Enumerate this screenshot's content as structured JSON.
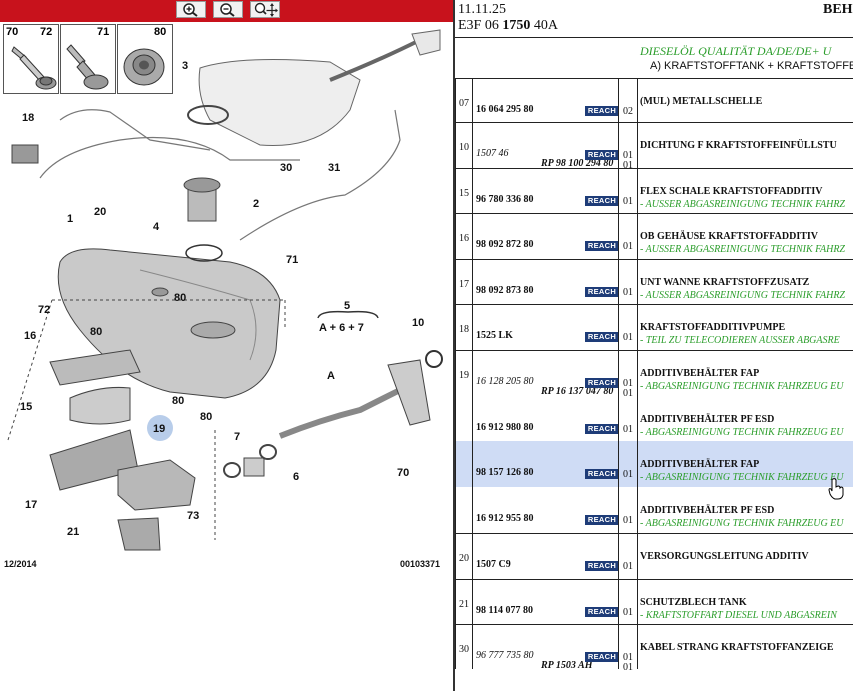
{
  "toolbar": {
    "buttons": [
      {
        "name": "zoom-in",
        "icon": "magnifier-plus-icon"
      },
      {
        "name": "zoom-out",
        "icon": "magnifier-minus-icon"
      },
      {
        "name": "zoom-pan",
        "icon": "magnifier-move-icon"
      }
    ],
    "bg_color": "#c8121c"
  },
  "thumbnails": [
    {
      "labels": [
        "70",
        "72"
      ]
    },
    {
      "labels": [
        "71"
      ]
    },
    {
      "labels": [
        "80"
      ]
    }
  ],
  "diagram": {
    "callouts": [
      "1",
      "2",
      "3",
      "4",
      "5",
      "A + 6 + 7",
      "6",
      "7",
      "10",
      "15",
      "16",
      "17",
      "18",
      "19",
      "20",
      "21",
      "30",
      "31",
      "70",
      "71",
      "72",
      "73",
      "80",
      "80",
      "80",
      "80",
      "A"
    ],
    "date": "12/2014",
    "ref": "00103371",
    "highlight_callout": "19"
  },
  "header": {
    "date": "11.11.25",
    "ref_prefix": "E3F 06",
    "ref_bold": "1750",
    "ref_suffix": "40A",
    "right_title": "BEH",
    "subtitle": "DIESELÖL QUALITÄT DA/DE/DE+ U",
    "subtitle2": "A) KRAFTSTOFFTANK + KRAFTSTOFFEIN"
  },
  "rows": [
    {
      "pos": "07",
      "entries": [
        {
          "num": "16 064 295 80",
          "italic": false,
          "rp": "",
          "reach": "REACH",
          "qty": "02",
          "desc": "(MUL) METALLSCHELLE",
          "note": ""
        }
      ]
    },
    {
      "pos": "10",
      "entries": [
        {
          "num": "1507 46",
          "italic": true,
          "rp": "RP 98 100 294 80",
          "reach": "REACH",
          "qty": "01",
          "qty2": "01",
          "desc": "DICHTUNG F KRAFTSTOFFEINFÜLLSTU",
          "note": ""
        }
      ]
    },
    {
      "pos": "15",
      "entries": [
        {
          "num": "96 780 336 80",
          "italic": false,
          "rp": "",
          "reach": "REACH",
          "qty": "01",
          "desc": "FLEX SCHALE KRAFTSTOFFADDITIV",
          "note": "- AUSSER ABGASREINIGUNG TECHNIK FAHRZ"
        }
      ]
    },
    {
      "pos": "16",
      "entries": [
        {
          "num": "98 092 872 80",
          "italic": false,
          "rp": "",
          "reach": "REACH",
          "qty": "01",
          "desc": "OB GEHÄUSE KRAFTSTOFFADDITIV",
          "note": "- AUSSER ABGASREINIGUNG TECHNIK FAHRZ"
        }
      ]
    },
    {
      "pos": "17",
      "entries": [
        {
          "num": "98 092 873 80",
          "italic": false,
          "rp": "",
          "reach": "REACH",
          "qty": "01",
          "desc": "UNT WANNE KRAFTSTOFFZUSATZ",
          "note": "- AUSSER ABGASREINIGUNG TECHNIK FAHRZ"
        }
      ]
    },
    {
      "pos": "18",
      "entries": [
        {
          "num": "1525 LK",
          "italic": false,
          "rp": "",
          "reach": "REACH",
          "qty": "01",
          "desc": "KRAFTSTOFFADDITIVPUMPE",
          "note": "- TEIL ZU TELECODIEREN AUSSER ABGASRE"
        }
      ]
    },
    {
      "pos": "19",
      "entries": [
        {
          "num": "16 128 205 80",
          "italic": true,
          "rp": "RP 16 137 047 80",
          "reach": "REACH",
          "qty": "01",
          "qty2": "01",
          "desc": "ADDITIVBEHÄLTER FAP",
          "note": "- ABGASREINIGUNG TECHNIK FAHRZEUG EU"
        },
        {
          "num": "16 912 980 80",
          "italic": false,
          "rp": "",
          "reach": "REACH",
          "qty": "01",
          "desc": "ADDITIVBEHÄLTER PF ESD",
          "note": "- ABGASREINIGUNG TECHNIK FAHRZEUG EU"
        },
        {
          "num": "98 157 126 80",
          "italic": false,
          "rp": "",
          "reach": "REACH",
          "qty": "01",
          "desc": "ADDITIVBEHÄLTER FAP",
          "note": "- ABGASREINIGUNG TECHNIK FAHRZEUG EU",
          "selected": true
        },
        {
          "num": "16 912 955 80",
          "italic": false,
          "rp": "",
          "reach": "REACH",
          "qty": "01",
          "desc": "ADDITIVBEHÄLTER PF ESD",
          "note": "- ABGASREINIGUNG TECHNIK FAHRZEUG EU"
        }
      ]
    },
    {
      "pos": "20",
      "entries": [
        {
          "num": "1507 C9",
          "italic": false,
          "rp": "",
          "reach": "REACH",
          "qty": "01",
          "desc": "VERSORGUNGSLEITUNG ADDITIV",
          "note": ""
        }
      ]
    },
    {
      "pos": "21",
      "entries": [
        {
          "num": "98 114 077 80",
          "italic": false,
          "rp": "",
          "reach": "REACH",
          "qty": "01",
          "desc": "SCHUTZBLECH TANK",
          "note": "- KRAFTSTOFFART DIESEL UND ABGASREIN"
        }
      ]
    },
    {
      "pos": "30",
      "entries": [
        {
          "num": "96 777 735 80",
          "italic": true,
          "rp": "RP 1503 AH",
          "reach": "REACH",
          "qty": "01",
          "qty2": "01",
          "desc": "KABEL STRANG KRAFTSTOFFANZEIGE",
          "note": ""
        }
      ]
    }
  ]
}
